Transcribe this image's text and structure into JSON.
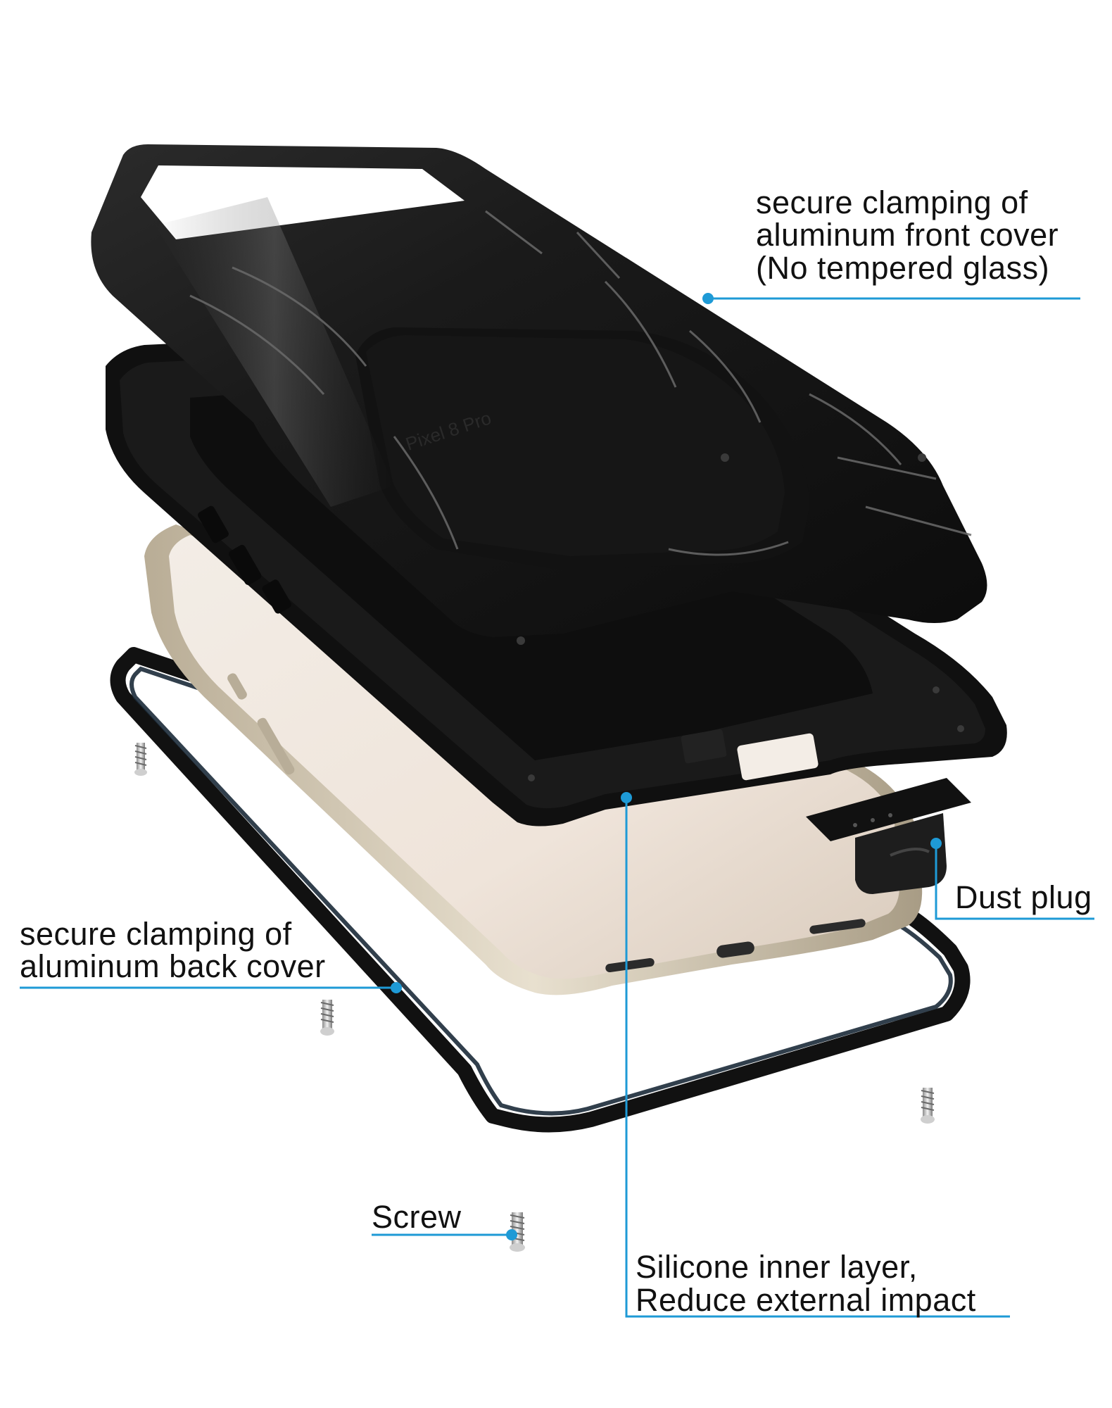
{
  "callouts": {
    "front_cover": "secure clamping of\naluminum front cover\n(No tempered glass)",
    "back_cover": "secure clamping of\naluminum back cover",
    "dust_plug": "Dust plug",
    "screw": "Screw",
    "silicone_layer": "Silicone inner layer,\nReduce external impact"
  },
  "engraving": {
    "model_text": "Pixel 8 Pro"
  },
  "colors": {
    "leader_line": "#1e9ad6",
    "case_black": "#111111",
    "phone_body": "#efe6dc",
    "phone_frame": "#c9bfa8"
  }
}
